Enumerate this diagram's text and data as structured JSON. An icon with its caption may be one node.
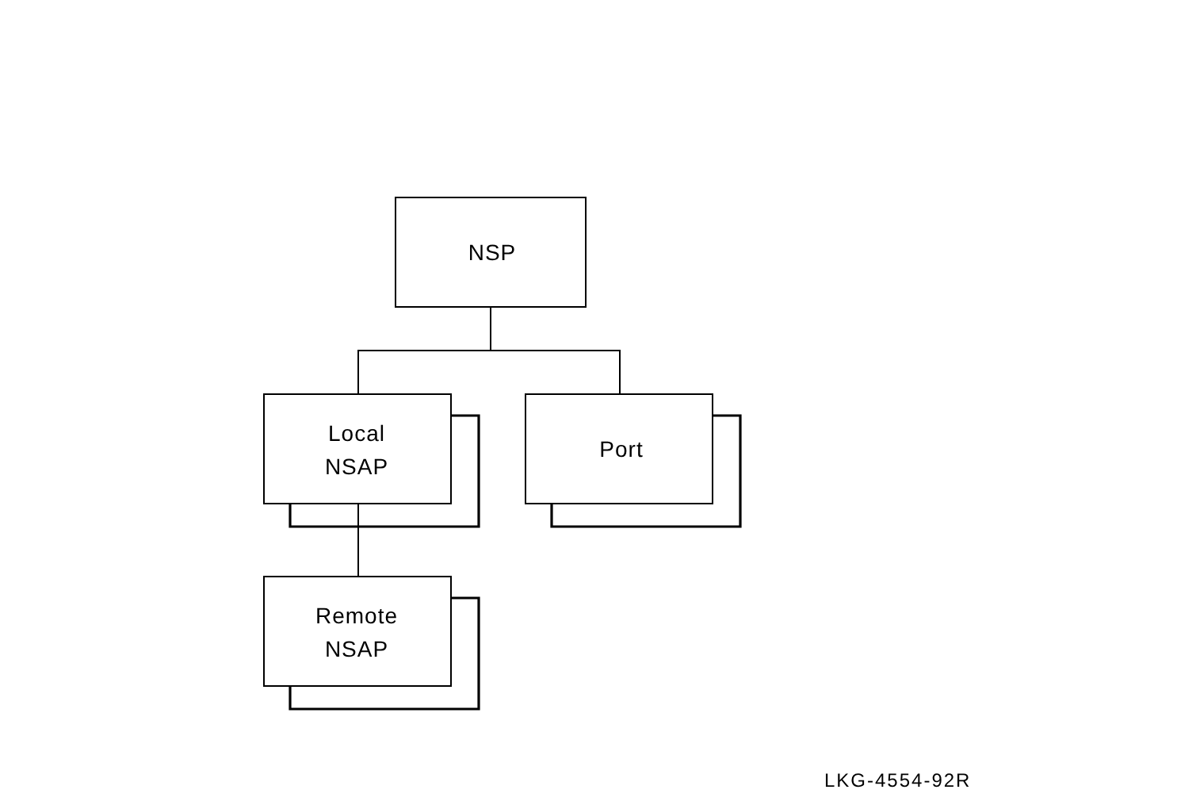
{
  "diagram": {
    "nodes": [
      {
        "text": [
          "NSP"
        ]
      },
      {
        "text": [
          "Local NSAP"
        ]
      },
      {
        "text": [
          "Port"
        ]
      },
      {
        "text": [
          "Remote NSAP"
        ]
      }
    ],
    "edges": [
      {
        "from": 0,
        "to": 1,
        "arrow": "none"
      },
      {
        "from": 0,
        "to": 2,
        "arrow": "none"
      },
      {
        "from": 1,
        "to": 3,
        "arrow": "none"
      }
    ],
    "labels": [
      "LKG-4554-92R"
    ]
  }
}
